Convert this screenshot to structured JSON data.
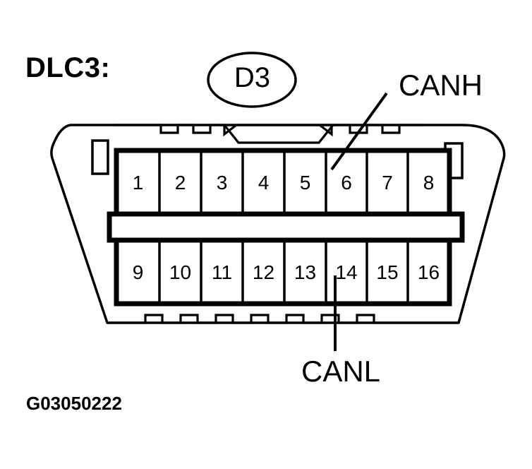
{
  "figure": {
    "title": "DLC3:",
    "terminal_code": "D3",
    "code": "G03050222",
    "connector_type": "16-pin DLC3 data link connector face view"
  },
  "callouts": [
    {
      "label": "CANH",
      "pin": "6",
      "leader": "diagonal-up-right"
    },
    {
      "label": "CANL",
      "pin": "14",
      "leader": "vertical-down"
    }
  ],
  "connector": {
    "top_row": {
      "pins": [
        "1",
        "2",
        "3",
        "4",
        "5",
        "6",
        "7",
        "8"
      ]
    },
    "bottom_row": {
      "pins": [
        "9",
        "10",
        "11",
        "12",
        "13",
        "14",
        "15",
        "16"
      ]
    }
  },
  "colors": {
    "line": "#000000",
    "background": "#ffffff"
  }
}
